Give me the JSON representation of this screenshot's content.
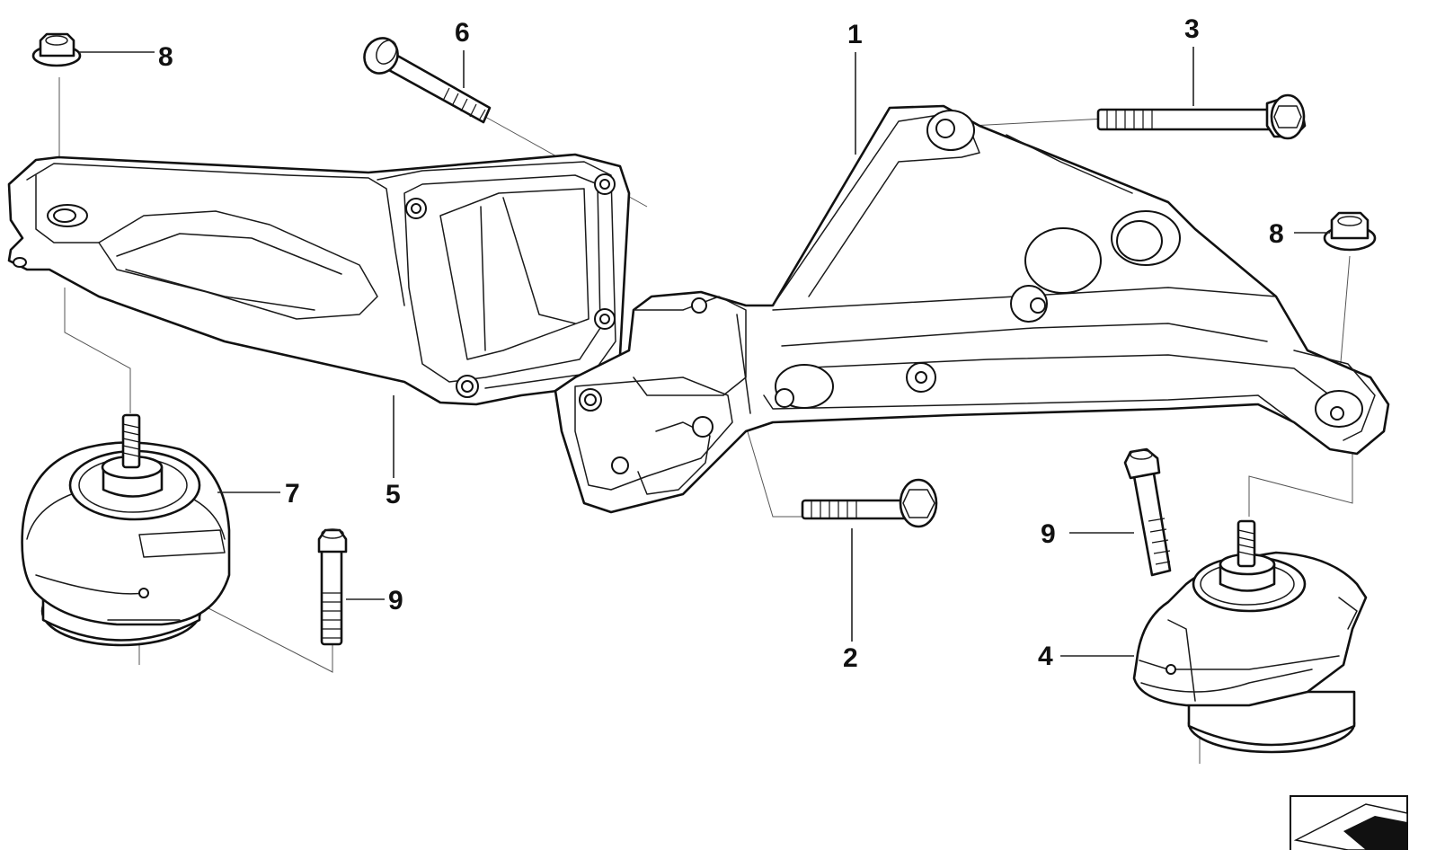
{
  "callouts": {
    "part_1": "1",
    "part_2": "2",
    "part_3": "3",
    "part_4": "4",
    "part_5": "5",
    "part_6": "6",
    "part_7": "7",
    "part_8_left": "8",
    "part_8_right": "8",
    "part_9_left": "9",
    "part_9_right": "9"
  },
  "icons": {
    "corner": "document-corner-icon"
  }
}
